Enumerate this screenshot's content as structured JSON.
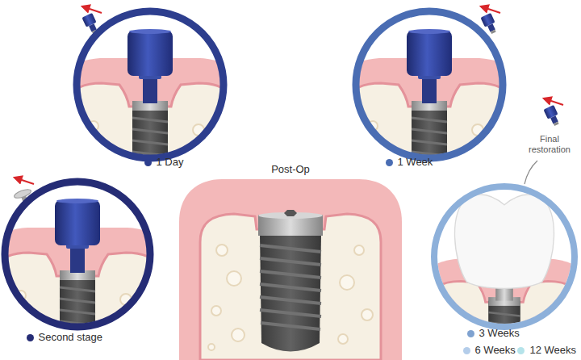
{
  "diagram": {
    "nodes": [
      {
        "text": [
          "1 Day"
        ]
      },
      {
        "text": [
          "1 Week"
        ]
      },
      {
        "text": [
          "Second stage"
        ]
      },
      {
        "text": [
          "Post-Op"
        ]
      },
      {
        "text": [
          "3 Weeks",
          "6 Weeks",
          "12 Weeks"
        ]
      }
    ],
    "labels": [
      "Final restoration"
    ]
  }
}
